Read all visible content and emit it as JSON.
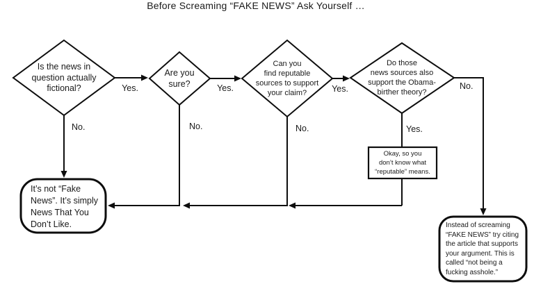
{
  "title": "Before Screaming “FAKE NEWS” Ask Yourself …",
  "decisions": [
    {
      "id": "q-fictional",
      "label": "Is the news in\nquestion actually\nfictional?"
    },
    {
      "id": "q-sure",
      "label": "Are you\nsure?"
    },
    {
      "id": "q-reputable",
      "label": "Can you\nfind reputable\nsources to support\nyour claim?"
    },
    {
      "id": "q-birther",
      "label": "Do those\nnews sources also\nsupport the Obama-\nbirther theory?"
    }
  ],
  "terminals": [
    {
      "id": "t-not-fake-news",
      "label": "It’s not “Fake\nNews”. It’s simply\nNews That You\nDon’t Like."
    },
    {
      "id": "t-cite-article",
      "label": "Instead of screaming\n“FAKE NEWS” try citing\nthe article that supports\nyour argument. This is\ncalled “not being a\nfucking asshole.”"
    }
  ],
  "note": {
    "id": "note-reputable",
    "label": "Okay, so you\ndon’t know what\n“reputable” means."
  },
  "edges": [
    {
      "from": "q-fictional",
      "to": "q-sure",
      "label": "Yes."
    },
    {
      "from": "q-fictional",
      "to": "t-not-fake-news",
      "label": "No."
    },
    {
      "from": "q-sure",
      "to": "q-reputable",
      "label": "Yes."
    },
    {
      "from": "q-sure",
      "to": "t-not-fake-news",
      "label": "No."
    },
    {
      "from": "q-reputable",
      "to": "q-birther",
      "label": "Yes."
    },
    {
      "from": "q-reputable",
      "to": "t-not-fake-news",
      "label": "No."
    },
    {
      "from": "q-birther",
      "to": "note-reputable",
      "label": "Yes."
    },
    {
      "from": "q-birther",
      "to": "t-cite-article",
      "label": "No."
    }
  ],
  "colors": {
    "background": "#ffffff",
    "line": "#0d0d0d",
    "text": "#1a1a1a"
  }
}
